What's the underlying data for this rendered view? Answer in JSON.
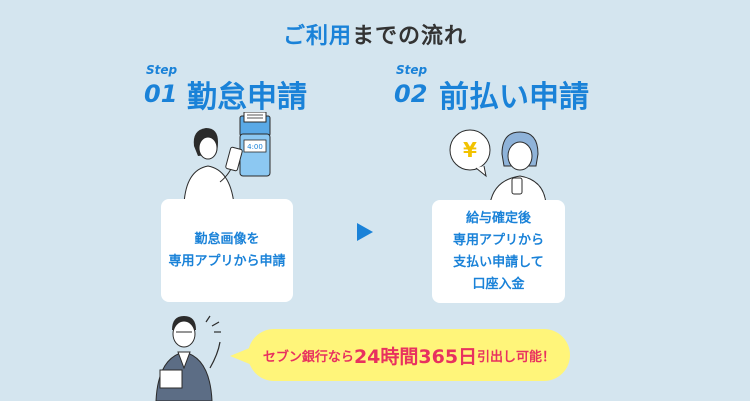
{
  "title": {
    "accent": "ご利用",
    "rest": "までの流れ"
  },
  "steps": [
    {
      "step_word": "Step",
      "number": "01",
      "title": "勤怠申請",
      "card_lines": [
        "勤怠画像を",
        "専用アプリから申請"
      ],
      "phone_screen": "4:00"
    },
    {
      "step_word": "Step",
      "number": "02",
      "title": "前払い申請",
      "card_lines": [
        "給与確定後",
        "専用アプリから",
        "支払い申請して",
        "口座入金"
      ],
      "yen_symbol": "¥"
    }
  ],
  "bubble": {
    "part1": "セブン銀行なら",
    "part2": "24時間365日",
    "part3": "引出し可能！"
  },
  "colors": {
    "background": "#d4e5ef",
    "accent": "#1a82d8",
    "highlight_bg": "#fff57a",
    "highlight_text": "#e8315f"
  }
}
